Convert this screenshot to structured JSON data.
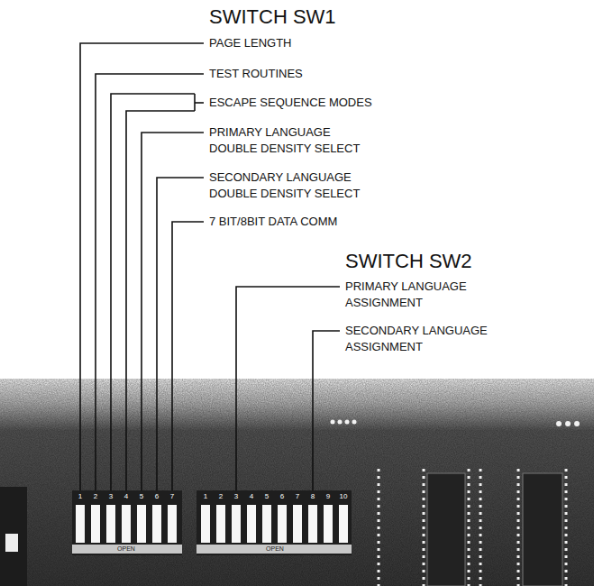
{
  "diagram": {
    "labels": [
      "SWITCH SW1",
      "PAGE LENGTH",
      "TEST ROUTINES",
      "ESCAPE SEQUENCE MODES",
      "PRIMARY LANGUAGE DOUBLE DENSITY SELECT",
      "SECONDARY LANGUAGE DOUBLE DENSITY SELECT",
      "7 BIT/8BIT DATA COMM",
      "SWITCH SW2",
      "PRIMARY LANGUAGE ASSIGNMENT",
      "SECONDARY LANGUAGE ASSIGNMENT",
      "1",
      "2",
      "3",
      "4",
      "5",
      "6",
      "7",
      "OPEN",
      "1",
      "2",
      "3",
      "4",
      "5",
      "6",
      "7",
      "8",
      "9",
      "10",
      "OPEN"
    ]
  }
}
